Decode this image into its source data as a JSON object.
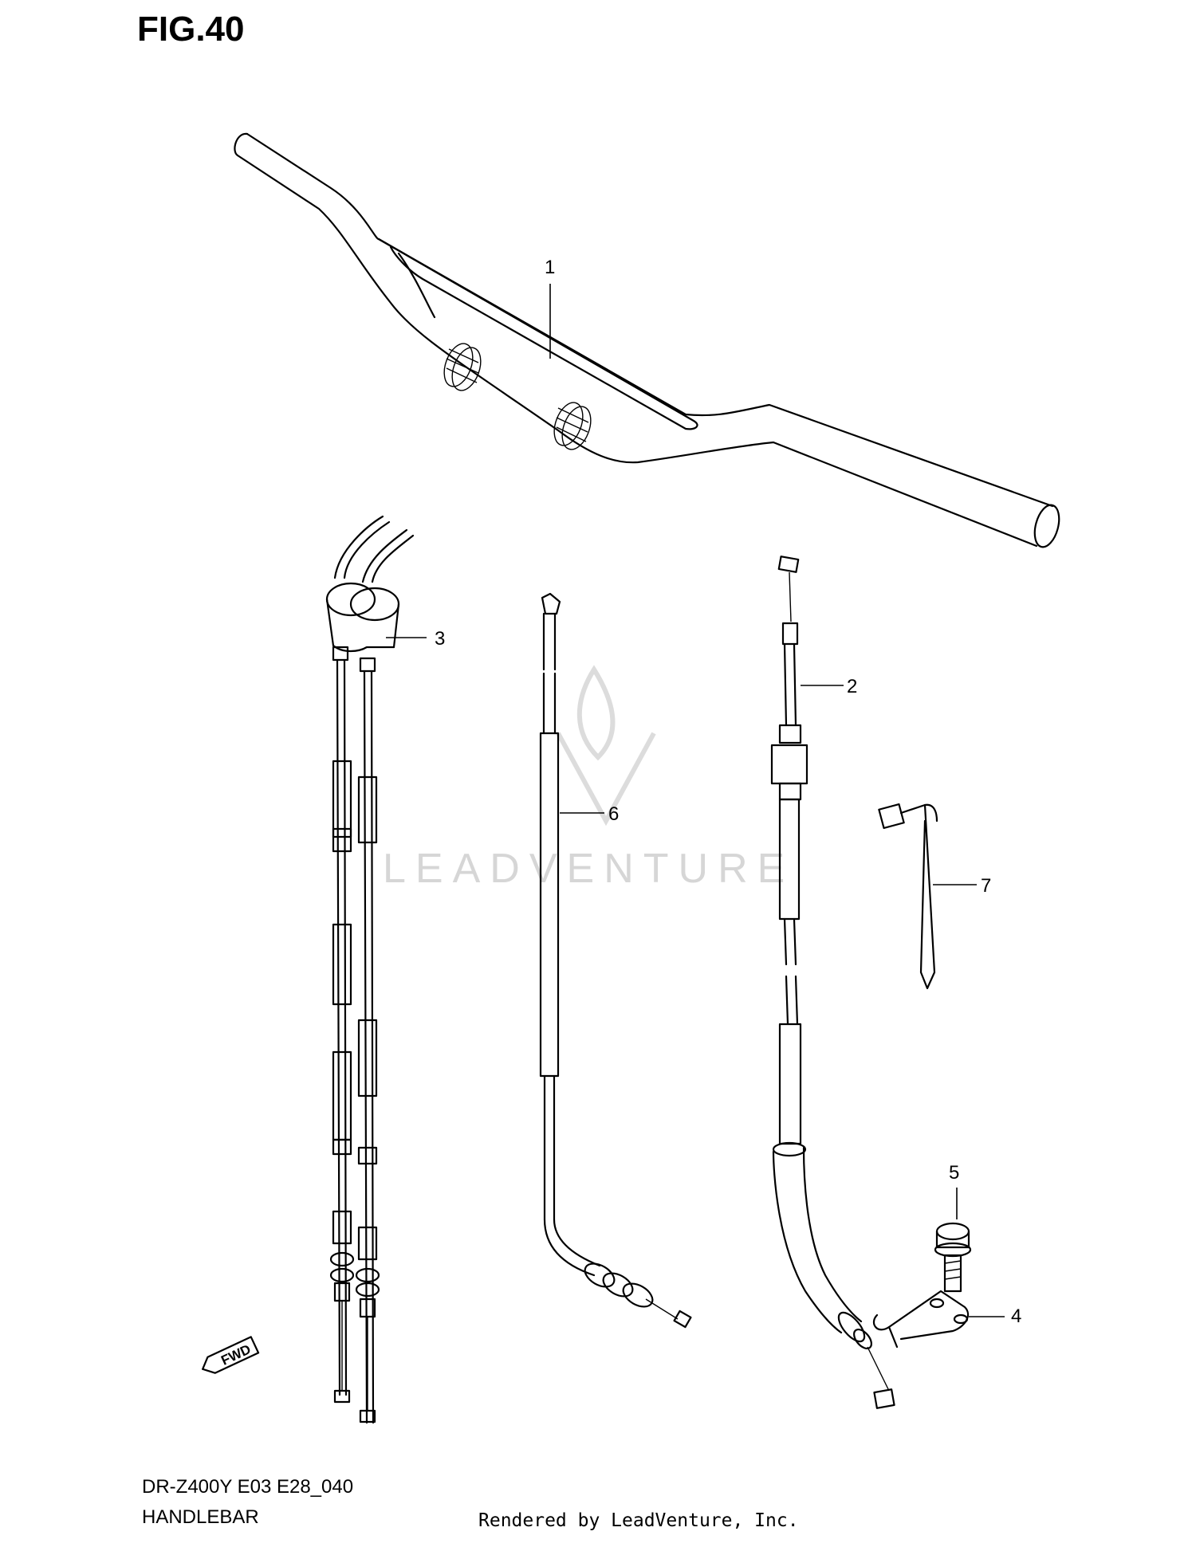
{
  "figure": {
    "title": "FIG.40"
  },
  "callouts": {
    "p1": "1",
    "p2": "2",
    "p3": "3",
    "p4": "4",
    "p5": "5",
    "p6": "6",
    "p7": "7"
  },
  "fwd_label": "FWD",
  "watermark": "LEADVENTURE",
  "footer": {
    "model_code": "DR-Z400Y E03 E28_040",
    "section_name": "HANDLEBAR",
    "credit": "Rendered by LeadVenture, Inc."
  }
}
